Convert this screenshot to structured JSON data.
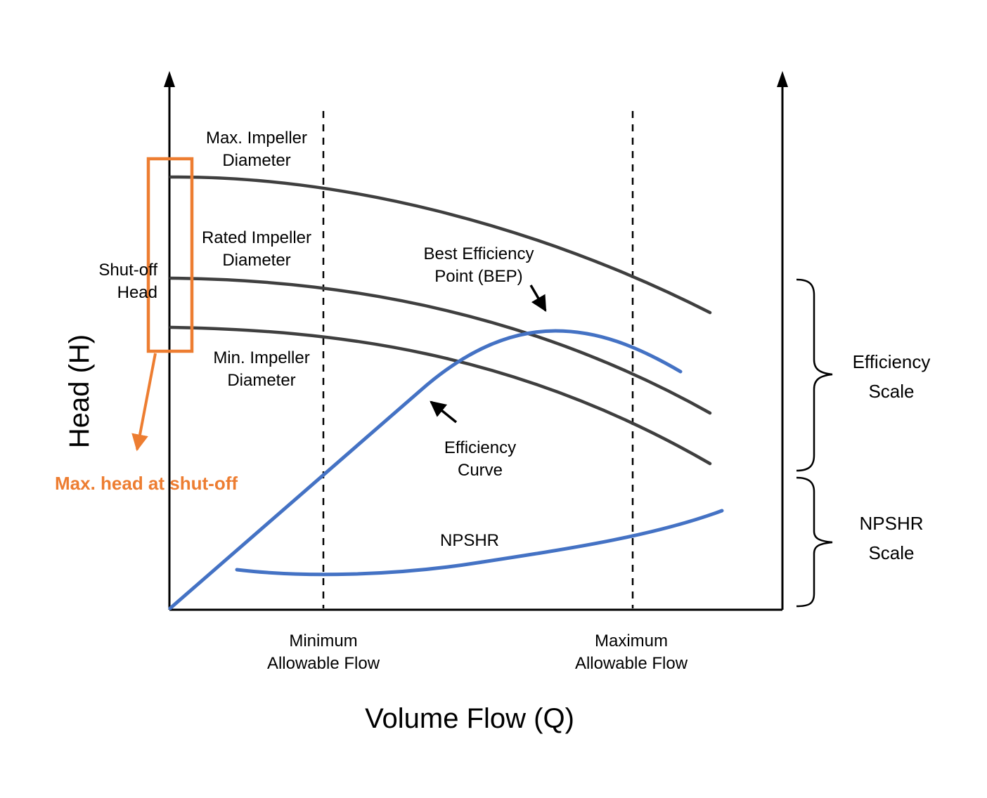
{
  "axes": {
    "y_title": "Head (H)",
    "x_title": "Volume Flow (Q)"
  },
  "curves": {
    "max_impeller": {
      "line1": "Max. Impeller",
      "line2": "Diameter"
    },
    "rated_impeller": {
      "line1": "Rated Impeller",
      "line2": "Diameter"
    },
    "min_impeller": {
      "line1": "Min. Impeller",
      "line2": "Diameter"
    },
    "efficiency": {
      "line1": "Efficiency",
      "line2": "Curve"
    },
    "npshr": {
      "label": "NPSHR"
    }
  },
  "annotations": {
    "shut_off_head": {
      "line1": "Shut-off",
      "line2": "Head"
    },
    "bep": {
      "line1": "Best Efficiency",
      "line2": "Point (BEP)"
    },
    "max_head_shut_off": "Max. head at shut-off",
    "min_allowable_flow": {
      "line1": "Minimum",
      "line2": "Allowable Flow"
    },
    "max_allowable_flow": {
      "line1": "Maximum",
      "line2": "Allowable Flow"
    },
    "efficiency_scale": {
      "line1": "Efficiency",
      "line2": "Scale"
    },
    "npshr_scale": {
      "line1": "NPSHR",
      "line2": "Scale"
    }
  },
  "colors": {
    "curve_dark": "#3F3F3F",
    "curve_blue": "#4472C4",
    "accent_orange": "#ED7D31",
    "axis_black": "#000000",
    "background": "#FFFFFF"
  }
}
